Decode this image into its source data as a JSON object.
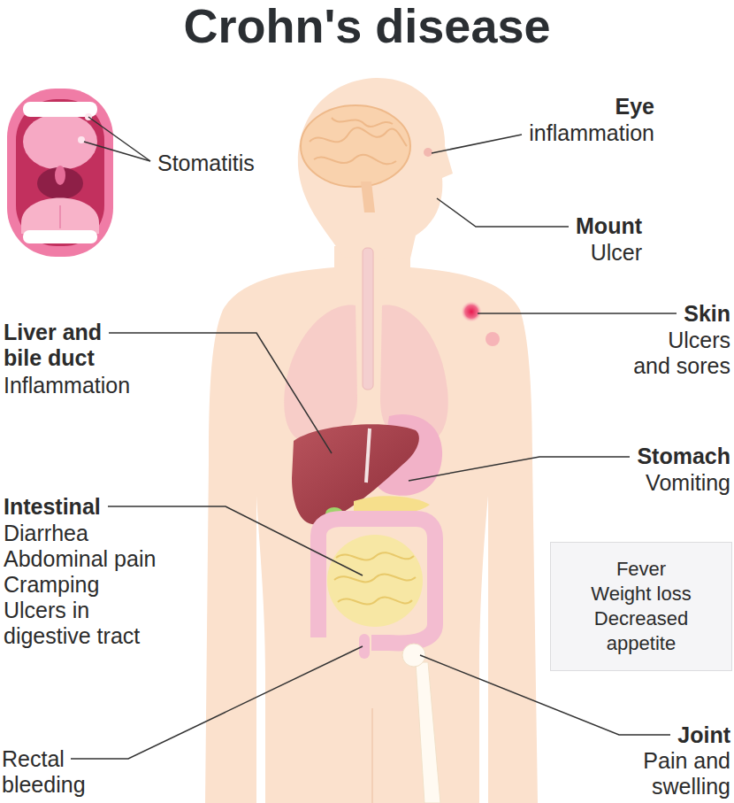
{
  "diagram": {
    "title": "Crohn's disease",
    "nodes": [
      {
        "text": [
          "Fever",
          "Weight loss",
          "Decreased appetite"
        ]
      }
    ],
    "labels": [
      "Stomatitis",
      "Eye",
      "inflammation",
      "Mount",
      "Ulcer",
      "Skin",
      "Ulcers and sores",
      "Liver and bile duct",
      "Inflammation",
      "Stomach",
      "Vomiting",
      "Intestinal",
      "Diarrhea",
      "Abdominal pain",
      "Cramping",
      "Ulcers in digestive tract",
      "Rectal bleeding",
      "Joint",
      "Pain and swelling"
    ]
  }
}
